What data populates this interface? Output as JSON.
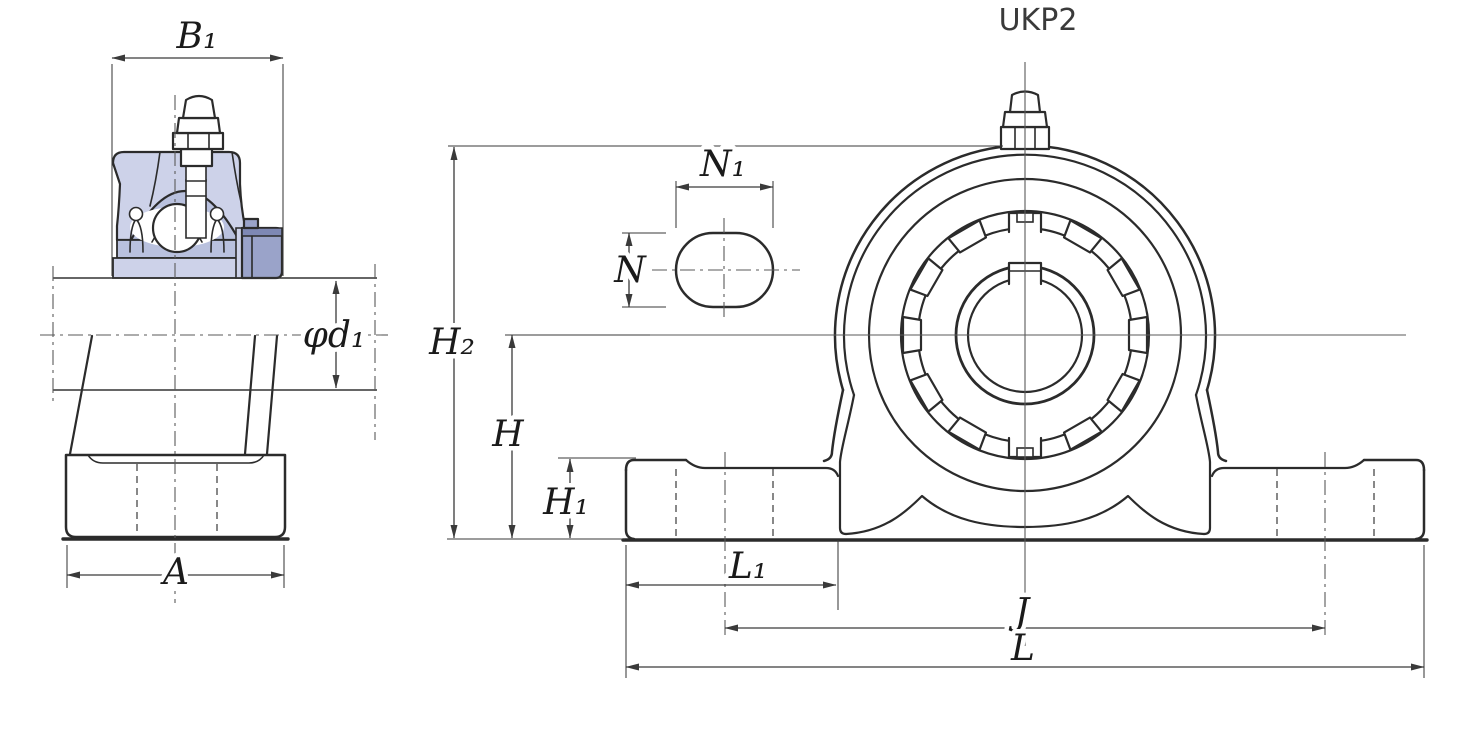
{
  "title": "UKP2",
  "side_view": {
    "dims": {
      "b1": "B₁",
      "phi_d1": "φd₁",
      "a": "A"
    }
  },
  "front_view": {
    "dims": {
      "n1": "N₁",
      "n": "N",
      "h2": "H₂",
      "h": "H",
      "h1": "H₁",
      "l1": "L₁",
      "j": "J",
      "l": "L"
    }
  },
  "colors": {
    "outline": "#2b2b2b",
    "dimension_line": "#3a3a3a",
    "centerline": "#5a5a5a",
    "section_light": "#cdd2e9",
    "section_mid": "#b9c1de",
    "section_dark": "#9aa3c9",
    "section_deep": "#7e88b4",
    "bg": "#ffffff"
  }
}
